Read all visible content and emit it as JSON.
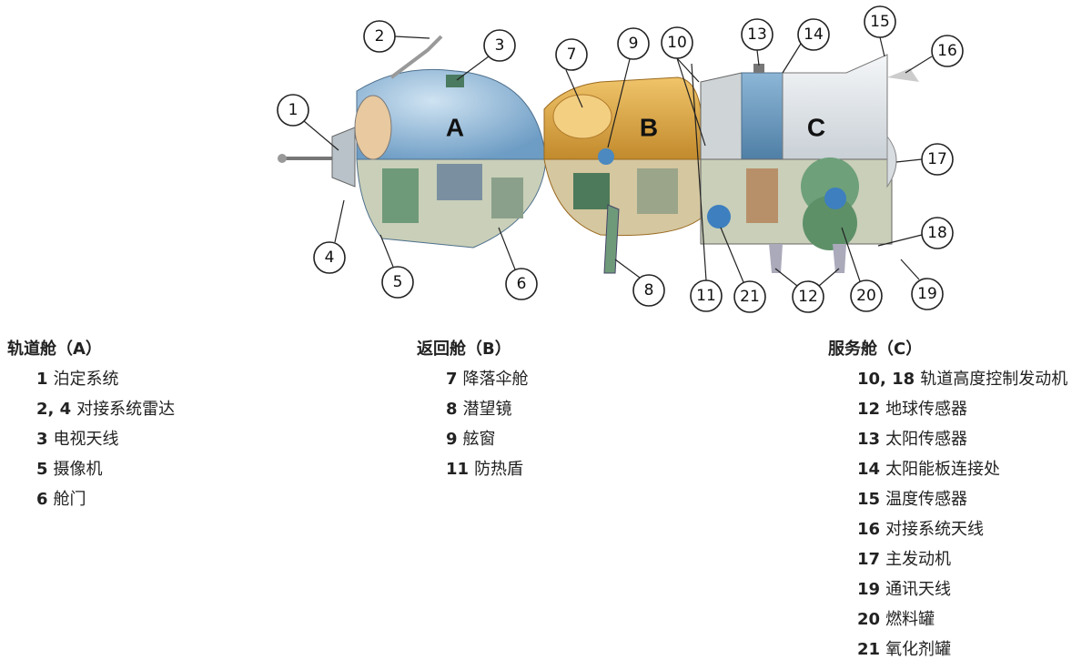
{
  "diagram": {
    "modules": {
      "A": "A",
      "B": "B",
      "C": "C"
    },
    "callouts": [
      "1",
      "2",
      "3",
      "4",
      "5",
      "6",
      "7",
      "8",
      "9",
      "10",
      "11",
      "12",
      "13",
      "14",
      "15",
      "16",
      "17",
      "18",
      "19",
      "20",
      "21"
    ]
  },
  "legend": [
    {
      "title": "轨道舱（A）",
      "items": [
        {
          "num": "1",
          "label": "泊定系统"
        },
        {
          "num": "2, 4",
          "label": "对接系统雷达"
        },
        {
          "num": "3",
          "label": "电视天线"
        },
        {
          "num": "5",
          "label": "摄像机"
        },
        {
          "num": "6",
          "label": "舱门"
        }
      ]
    },
    {
      "title": "返回舱（B）",
      "items": [
        {
          "num": "7",
          "label": "降落伞舱"
        },
        {
          "num": "8",
          "label": "潜望镜"
        },
        {
          "num": "9",
          "label": "舷窗"
        },
        {
          "num": "11",
          "label": "防热盾"
        }
      ]
    },
    {
      "title": "服务舱（C）",
      "items": [
        {
          "num": "10, 18",
          "label": "轨道高度控制发动机"
        },
        {
          "num": "12",
          "label": "地球传感器"
        },
        {
          "num": "13",
          "label": "太阳传感器"
        },
        {
          "num": "14",
          "label": "太阳能板连接处"
        },
        {
          "num": "15",
          "label": "温度传感器"
        },
        {
          "num": "16",
          "label": "对接系统天线"
        },
        {
          "num": "17",
          "label": "主发动机"
        },
        {
          "num": "19",
          "label": "通讯天线"
        },
        {
          "num": "20",
          "label": "燃料罐"
        },
        {
          "num": "21",
          "label": "氧化剂罐"
        }
      ]
    }
  ],
  "colors": {
    "orbital": "#8fb8d8",
    "descent": "#d9a040",
    "service_dark": "#5e8fb5",
    "service_light": "#e4e8ec",
    "interior": "#c9cfb8"
  }
}
